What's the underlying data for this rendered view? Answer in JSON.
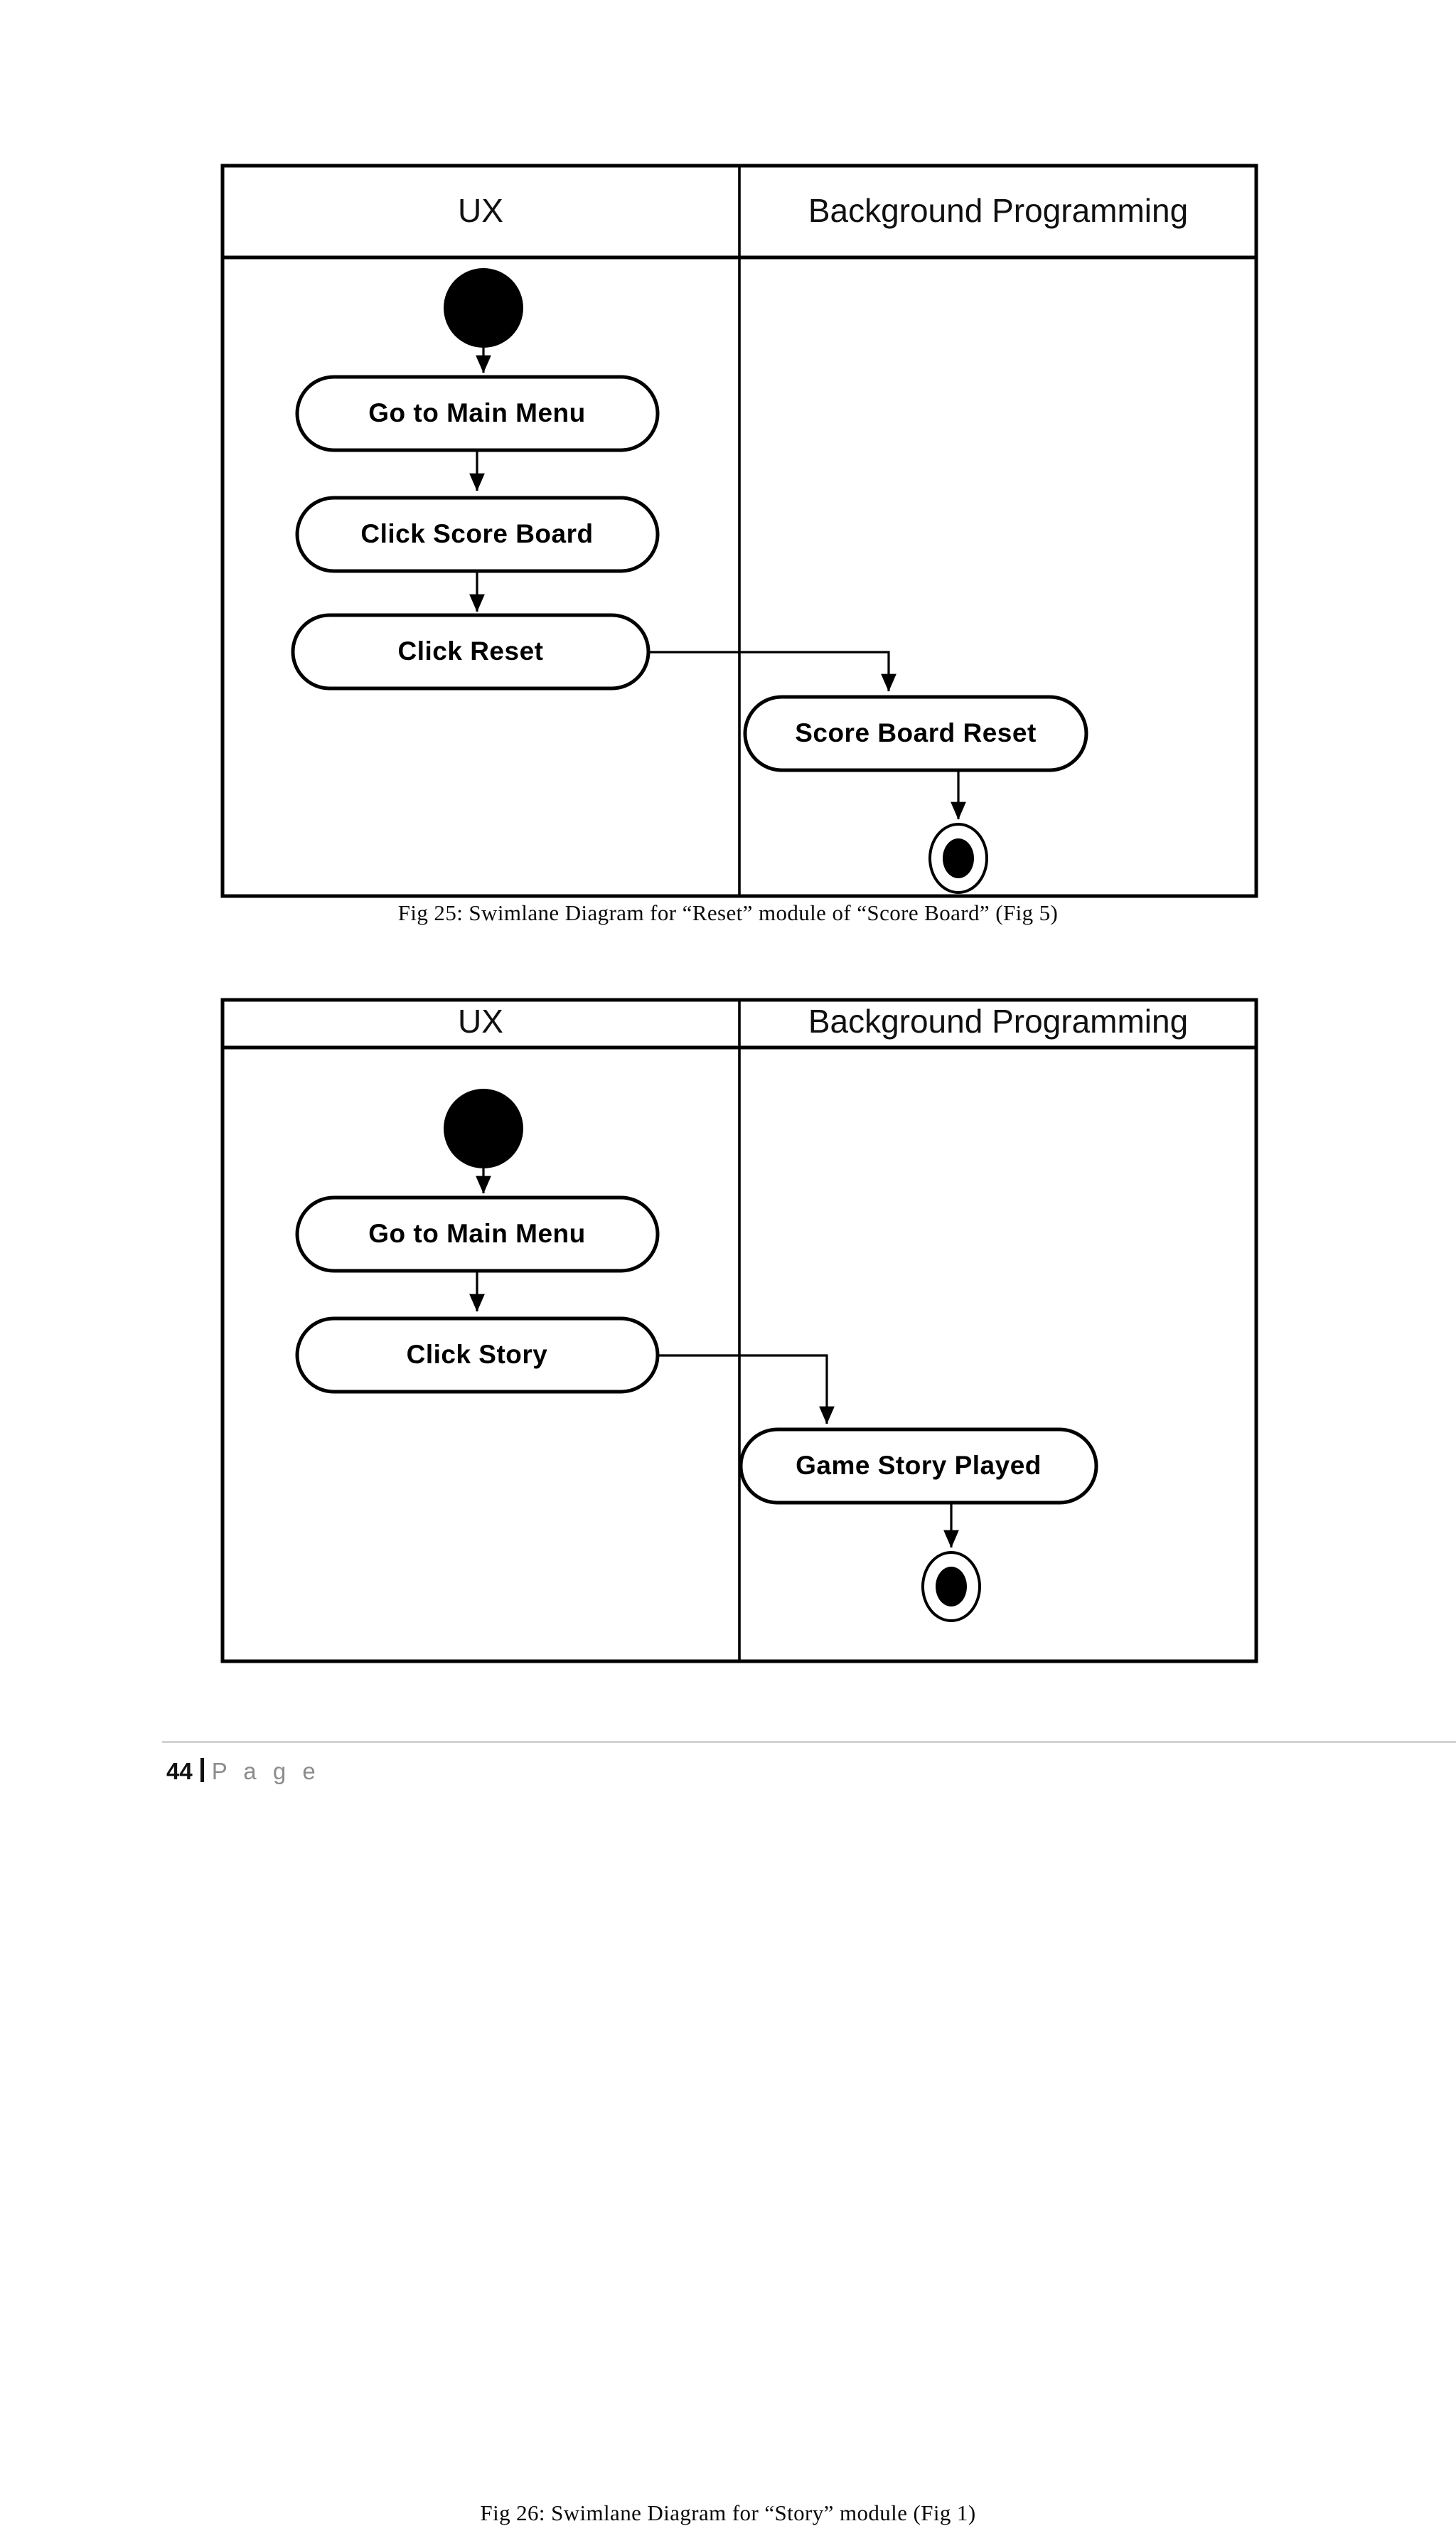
{
  "document": {
    "page_number": "44",
    "page_separator": "|",
    "page_word": "P a g e"
  },
  "figures": [
    {
      "id": "fig-25",
      "caption": "Fig 25: Swimlane  Diagram  for “Reset” module  of “Score Board” (Fig 5)",
      "lanes": [
        {
          "id": "ux",
          "label": "UX"
        },
        {
          "id": "background-programming",
          "label": "Background Programming"
        }
      ],
      "nodes": [
        {
          "id": "start",
          "type": "start",
          "lane": "ux",
          "label": ""
        },
        {
          "id": "go-to-main-menu",
          "type": "activity",
          "lane": "ux",
          "label": "Go to Main Menu"
        },
        {
          "id": "click-score-board",
          "type": "activity",
          "lane": "ux",
          "label": "Click Score Board"
        },
        {
          "id": "click-reset",
          "type": "activity",
          "lane": "ux",
          "label": "Click Reset"
        },
        {
          "id": "score-board-reset",
          "type": "activity",
          "lane": "background-programming",
          "label": "Score Board Reset"
        },
        {
          "id": "end",
          "type": "end",
          "lane": "background-programming",
          "label": ""
        }
      ],
      "edges": [
        {
          "from": "start",
          "to": "go-to-main-menu"
        },
        {
          "from": "go-to-main-menu",
          "to": "click-score-board"
        },
        {
          "from": "click-score-board",
          "to": "click-reset"
        },
        {
          "from": "click-reset",
          "to": "score-board-reset"
        },
        {
          "from": "score-board-reset",
          "to": "end"
        }
      ]
    },
    {
      "id": "fig-26",
      "caption": "Fig 26: Swimlane  Diagram  for “Story” module  (Fig 1)",
      "lanes": [
        {
          "id": "ux",
          "label": "UX"
        },
        {
          "id": "background-programming",
          "label": "Background Programming"
        }
      ],
      "nodes": [
        {
          "id": "start",
          "type": "start",
          "lane": "ux",
          "label": ""
        },
        {
          "id": "go-to-main-menu",
          "type": "activity",
          "lane": "ux",
          "label": "Go to Main Menu"
        },
        {
          "id": "click-story",
          "type": "activity",
          "lane": "ux",
          "label": "Click Story"
        },
        {
          "id": "game-story-played",
          "type": "activity",
          "lane": "background-programming",
          "label": "Game Story Played"
        },
        {
          "id": "end",
          "type": "end",
          "lane": "background-programming",
          "label": ""
        }
      ],
      "edges": [
        {
          "from": "start",
          "to": "go-to-main-menu"
        },
        {
          "from": "go-to-main-menu",
          "to": "click-story"
        },
        {
          "from": "click-story",
          "to": "game-story-played"
        },
        {
          "from": "game-story-played",
          "to": "end"
        }
      ]
    }
  ],
  "colors": {
    "ink": "#000000",
    "paper": "#ffffff",
    "footer_rule": "#d4d4d4",
    "footer_word": "#8c8c8c"
  }
}
